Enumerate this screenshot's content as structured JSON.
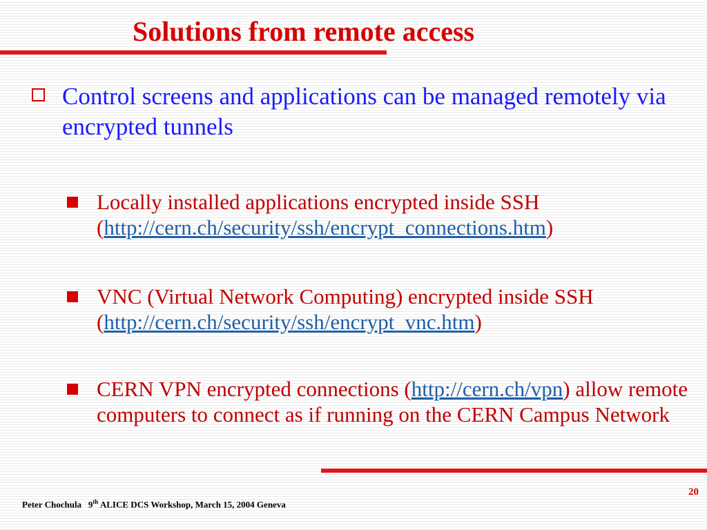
{
  "slide": {
    "title": "Solutions from remote access",
    "main_bullet": "Control screens and applications can be managed remotely via encrypted tunnels",
    "sub_bullets": [
      {
        "text_before": "Locally installed applications encrypted inside SSH (",
        "link": "http://cern.ch/security/ssh/encrypt_connections.htm",
        "text_after": ")"
      },
      {
        "text_before": "VNC (Virtual Network Computing) encrypted inside SSH (",
        "link": "http://cern.ch/security/ssh/encrypt_vnc.htm",
        "text_after": ")"
      },
      {
        "text_before": "CERN VPN encrypted connections (",
        "link": "http://cern.ch/vpn",
        "text_after": ") allow remote computers to connect as if running on the CERN Campus Network"
      }
    ]
  },
  "footer": {
    "author": "Peter Chochula",
    "event_number": "9",
    "event_ordinal": "th",
    "event_rest": "ALICE DCS Workshop, March 15, 2004 Geneva",
    "page_number": "20"
  },
  "colors": {
    "title": "#d60000",
    "main_text": "#1a1aff",
    "sub_text": "#c00000",
    "link": "#1f5fa8",
    "rule": "#e0161c"
  }
}
